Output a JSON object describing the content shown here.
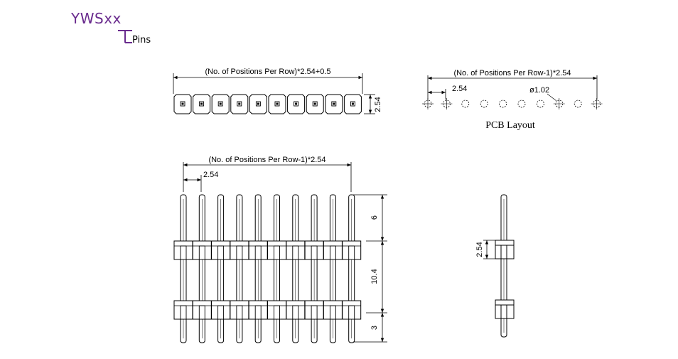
{
  "header": {
    "model_prefix": "YWS",
    "model_suffix": "xx",
    "pins_label": "Pins",
    "accent_color": "#6a2c8e"
  },
  "top_view": {
    "length_formula": "(No. of Positions Per Row)*2.54+0.5",
    "height_label": "2.54",
    "positions": 10
  },
  "pcb_layout": {
    "pitch_formula": "(No. of Positions Per Row-1)*2.54",
    "pitch_label": "2.54",
    "hole_label": "ø1.02",
    "caption": "PCB Layout",
    "holes": 10
  },
  "front_view": {
    "pitch_formula": "(No. of Positions Per Row-1)*2.54",
    "pitch_label": "2.54",
    "upper_pin_label": "6",
    "body_label": "10.4",
    "lower_pin_label": "3",
    "pins": 10
  },
  "side_view": {
    "height_label": "2.54"
  }
}
